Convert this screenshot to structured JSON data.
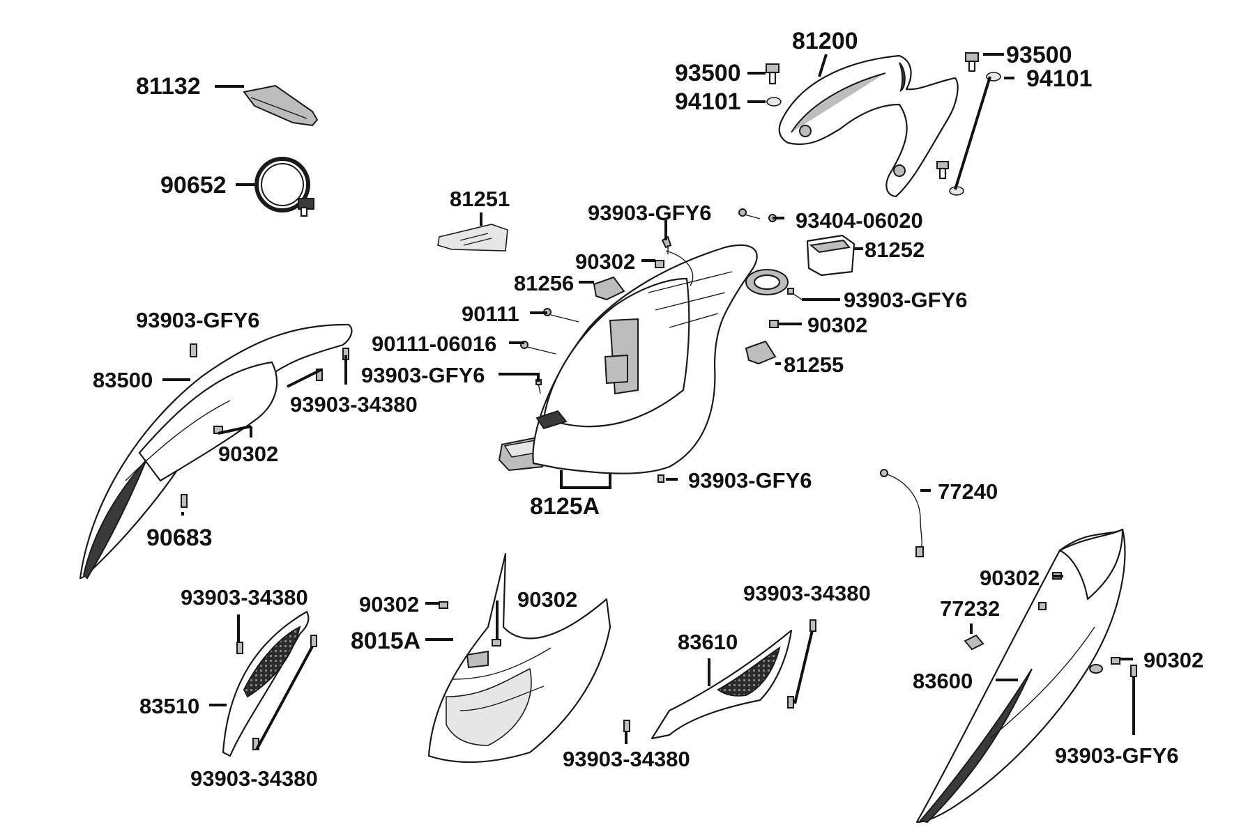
{
  "diagram": {
    "labels": {
      "p81132": "81132",
      "p90652": "90652",
      "p81200": "81200",
      "p93500_left": "93500",
      "p94101_left": "94101",
      "p93500_right": "93500",
      "p94101_right": "94101",
      "p81251": "81251",
      "p93903_gfy6_top": "93903-GFY6",
      "p93404_06020": "93404-06020",
      "p81252": "81252",
      "p90302_mid": "90302",
      "p81256": "81256",
      "p93903_gfy6_right": "93903-GFY6",
      "p90111": "90111",
      "p90302_right": "90302",
      "p90111_06016": "90111-06016",
      "p81255": "81255",
      "p93903_gfy6_left": "93903-GFY6",
      "p83500": "83500",
      "p93903_gfy6_center": "93903-GFY6",
      "p93903_34380_left": "93903-34380",
      "p90302_left": "90302",
      "p8125A": "8125A",
      "p93903_gfy6_bottom": "93903-GFY6",
      "p77240": "77240",
      "p90683": "90683",
      "p93903_34380_a": "93903-34380",
      "p90302_front_a": "90302",
      "p90302_front_b": "90302",
      "p8015A": "8015A",
      "p93903_34380_b": "93903-34380",
      "p83610": "83610",
      "p90302_side_a": "90302",
      "p77232": "77232",
      "p83600": "83600",
      "p90302_side_b": "90302",
      "p83510": "83510",
      "p93903_34380_c": "93903-34380",
      "p93903_34380_d": "93903-34380",
      "p93903_gfy6_side": "93903-GFY6"
    }
  }
}
